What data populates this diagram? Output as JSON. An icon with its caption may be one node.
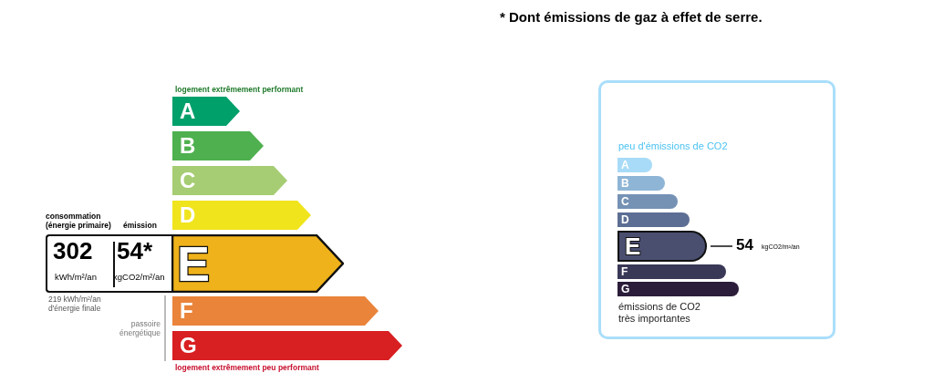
{
  "diagram": {
    "nodes": [
      {
        "text": [
          "A"
        ]
      },
      {
        "text": [
          "B"
        ]
      },
      {
        "text": [
          "C"
        ]
      },
      {
        "text": [
          "D"
        ]
      },
      {
        "text": [
          "E"
        ]
      },
      {
        "text": [
          "F"
        ]
      },
      {
        "text": [
          "G"
        ]
      },
      {
        "text": [
          "302",
          "kWh/m²/an",
          "54*",
          "kgCO2/m²/an"
        ]
      },
      {
        "text": [
          "peu d'émissions de CO2",
          "émissions de CO2 très importantes"
        ]
      },
      {
        "text": [
          "A"
        ],
        "in": 8
      },
      {
        "text": [
          "B"
        ],
        "in": 8
      },
      {
        "text": [
          "C"
        ],
        "in": 8
      },
      {
        "text": [
          "D"
        ],
        "in": 8
      },
      {
        "text": [
          "E"
        ],
        "in": 8
      },
      {
        "text": [
          "F"
        ],
        "in": 8
      },
      {
        "text": [
          "G"
        ],
        "in": 8
      },
      {
        "text": [
          "54",
          "kgCO2/m²/an"
        ],
        "in": 8
      }
    ],
    "edges": [
      {
        "from": 13,
        "to": 16,
        "arrow": "none"
      }
    ],
    "labels": [
      "* Dont émissions de gaz à effet de serre.",
      "logement extrêmement performant",
      "consommation (énergie primaire)",
      "émission",
      "219 kWh/m²/an d'énergie finale",
      "passoire énergétique",
      "logement extrêmement peu performant"
    ]
  }
}
